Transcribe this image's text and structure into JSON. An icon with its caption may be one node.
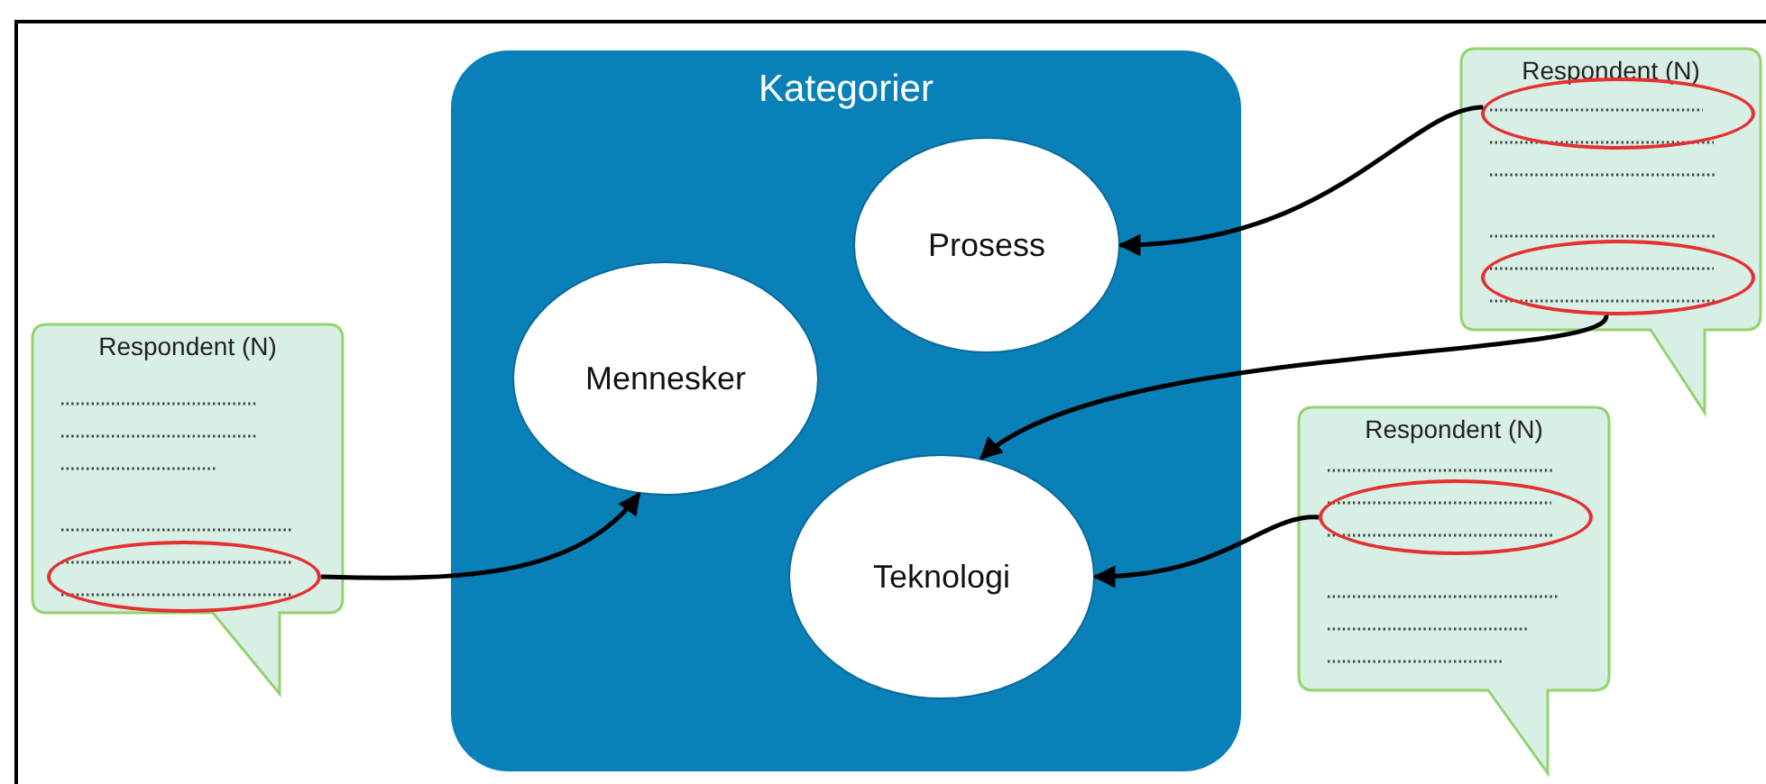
{
  "diagram": {
    "nodes": [
      {
        "text": [
          "Kategorier"
        ]
      },
      {
        "text": [
          "Prosess"
        ],
        "in": 0
      },
      {
        "text": [
          "Mennesker"
        ],
        "in": 0
      },
      {
        "text": [
          "Teknologi"
        ],
        "in": 0
      },
      {
        "text": [
          "Respondent (N)"
        ]
      },
      {
        "text": [],
        "shape": "circle",
        "in": 4
      },
      {
        "text": [
          "Respondent (N)"
        ]
      },
      {
        "text": [],
        "shape": "circle",
        "in": 6
      },
      {
        "text": [],
        "shape": "circle",
        "in": 6
      },
      {
        "text": [
          "Respondent (N)"
        ]
      },
      {
        "text": [],
        "shape": "circle",
        "in": 9
      }
    ],
    "edges": [
      {
        "from": 5,
        "to": 2,
        "arrow": "to"
      },
      {
        "from": 7,
        "to": 1,
        "arrow": "to"
      },
      {
        "from": 8,
        "to": 3,
        "arrow": "to"
      },
      {
        "from": 10,
        "to": 3,
        "arrow": "to"
      }
    ]
  }
}
